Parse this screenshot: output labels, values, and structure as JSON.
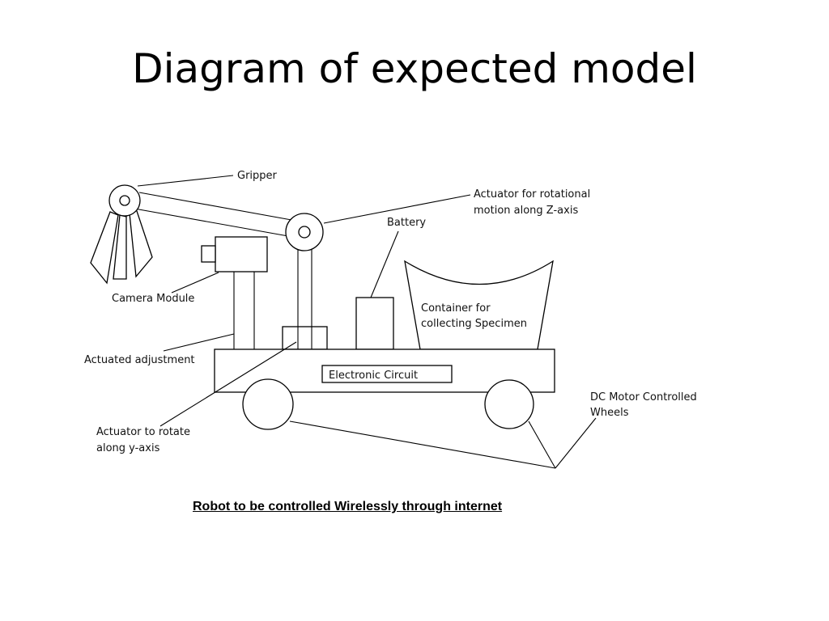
{
  "slide": {
    "title": "Diagram of expected model",
    "caption": "Robot to be controlled Wirelessly through internet"
  },
  "labels": {
    "gripper": "Gripper",
    "actuator_z_line1": "Actuator for rotational",
    "actuator_z_line2": "motion along Z-axis",
    "battery": "Battery",
    "camera_module": "Camera Module",
    "container_line1": "Container for",
    "container_line2": "collecting Specimen",
    "actuated_adjustment": "Actuated adjustment",
    "electronic_circuit": "Electronic Circuit",
    "dc_motor_line1": "DC Motor Controlled",
    "dc_motor_line2": "Wheels",
    "actuator_y_line1": "Actuator to rotate",
    "actuator_y_line2": "along y-axis"
  },
  "colors": {
    "background": "#ffffff",
    "ink": "#000000"
  }
}
